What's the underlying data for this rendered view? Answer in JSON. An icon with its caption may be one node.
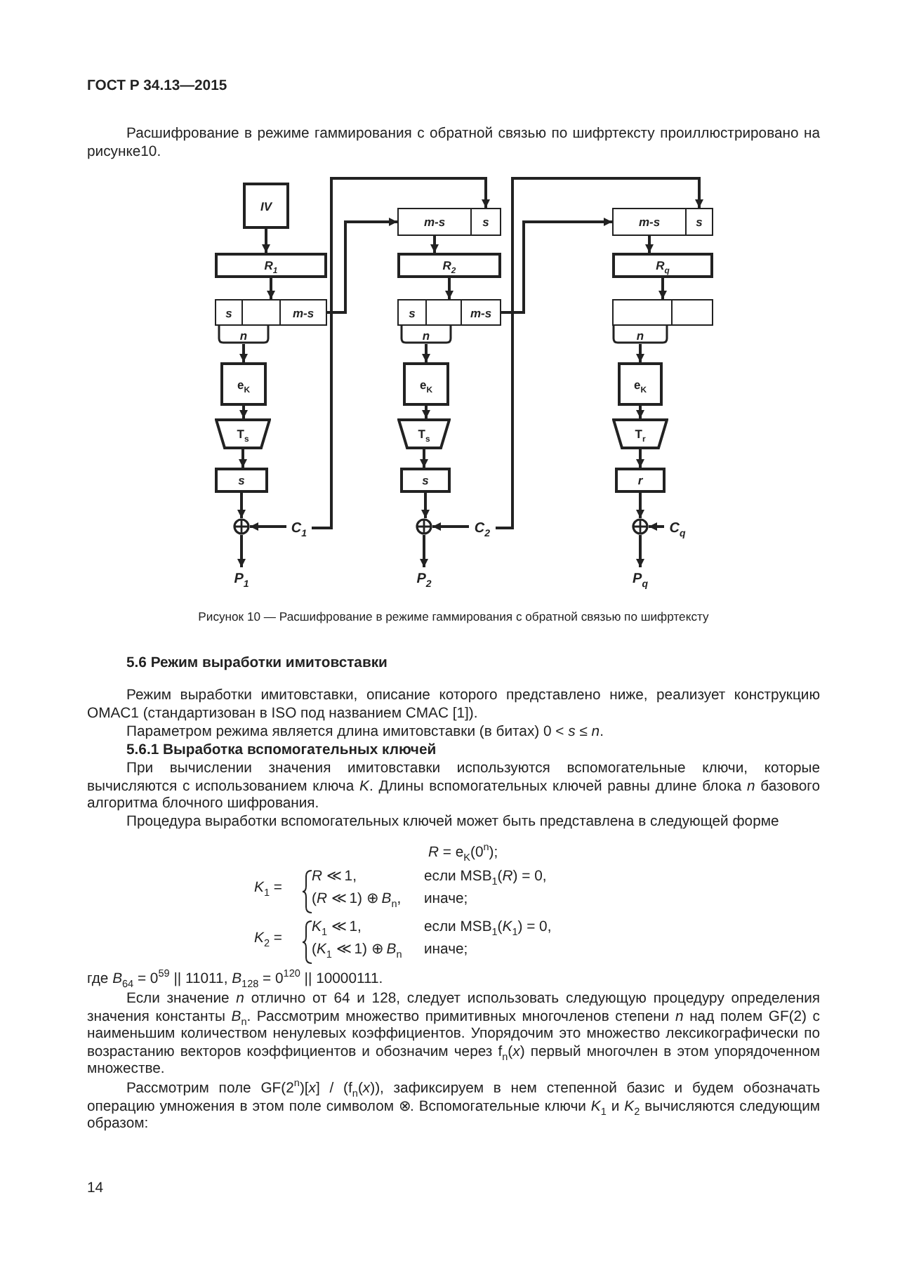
{
  "diagram": {
    "caption": "Рисунок 10 — Расшифрование в режиме гаммирования с обратной связью по шифртексту",
    "nodes": [
      {
        "text": [
          "IV"
        ]
      },
      {
        "text": [
          "R$_{1}$"
        ]
      },
      {
        "text": [
          "s"
        ]
      },
      {
        "text": [],
        "shape": "box"
      },
      {
        "text": [
          "m-s"
        ]
      },
      {
        "text": [
          "n"
        ]
      },
      {
        "text": [
          "e$_{K}$"
        ]
      },
      {
        "text": [
          "T$_{s}$"
        ]
      },
      {
        "text": [
          "s"
        ]
      },
      {
        "text": [],
        "shape": "circle"
      },
      {
        "text": [
          "C$_{1}$"
        ]
      },
      {
        "text": [
          "P$_{1}$"
        ]
      },
      {
        "text": [
          "m-s"
        ]
      },
      {
        "text": [
          "s"
        ]
      },
      {
        "text": [
          "R$_{2}$"
        ]
      },
      {
        "text": [
          "s"
        ]
      },
      {
        "text": [],
        "shape": "box"
      },
      {
        "text": [
          "m-s"
        ]
      },
      {
        "text": [
          "n"
        ]
      },
      {
        "text": [
          "e$_{K}$"
        ]
      },
      {
        "text": [
          "T$_{s}$"
        ]
      },
      {
        "text": [
          "s"
        ]
      },
      {
        "text": [],
        "shape": "circle"
      },
      {
        "text": [
          "C$_{2}$"
        ]
      },
      {
        "text": [
          "P$_{2}$"
        ]
      },
      {
        "text": [
          "m-s"
        ]
      },
      {
        "text": [
          "s"
        ]
      },
      {
        "text": [
          "R$_{q}$"
        ]
      },
      {
        "text": [],
        "shape": "box"
      },
      {
        "text": [],
        "shape": "box"
      },
      {
        "text": [
          "n"
        ]
      },
      {
        "text": [
          "e$_{K}$"
        ]
      },
      {
        "text": [
          "T$_{r}$"
        ]
      },
      {
        "text": [
          "r"
        ]
      },
      {
        "text": [],
        "shape": "circle"
      },
      {
        "text": [
          "C$_{q}$"
        ]
      },
      {
        "text": [
          "P$_{q}$"
        ]
      }
    ],
    "edges": [
      {
        "from": 0,
        "to": 1,
        "arrow": "to"
      },
      {
        "from": 1,
        "to": 3,
        "arrow": "to"
      },
      {
        "from": 5,
        "to": 6,
        "arrow": "to"
      },
      {
        "from": 6,
        "to": 7,
        "arrow": "to"
      },
      {
        "from": 7,
        "to": 8,
        "arrow": "to"
      },
      {
        "from": 8,
        "to": 9,
        "arrow": "to"
      },
      {
        "from": 10,
        "to": 9,
        "arrow": "to"
      },
      {
        "from": 9,
        "to": 11,
        "arrow": "to"
      },
      {
        "from": 4,
        "to": 12,
        "arrow": "to"
      },
      {
        "from": 10,
        "to": 13,
        "arrow": "to"
      },
      {
        "from": 12,
        "to": 14,
        "arrow": "to"
      },
      {
        "from": 14,
        "to": 16,
        "arrow": "to"
      },
      {
        "from": 18,
        "to": 19,
        "arrow": "to"
      },
      {
        "from": 19,
        "to": 20,
        "arrow": "to"
      },
      {
        "from": 20,
        "to": 21,
        "arrow": "to"
      },
      {
        "from": 21,
        "to": 22,
        "arrow": "to"
      },
      {
        "from": 23,
        "to": 22,
        "arrow": "to"
      },
      {
        "from": 22,
        "to": 24,
        "arrow": "to"
      },
      {
        "from": 17,
        "to": 25,
        "arrow": "to"
      },
      {
        "from": 23,
        "to": 26,
        "arrow": "to"
      },
      {
        "from": 25,
        "to": 27,
        "arrow": "to"
      },
      {
        "from": 27,
        "to": 28,
        "arrow": "to"
      },
      {
        "from": 30,
        "to": 31,
        "arrow": "to"
      },
      {
        "from": 31,
        "to": 32,
        "arrow": "to"
      },
      {
        "from": 32,
        "to": 33,
        "arrow": "to"
      },
      {
        "from": 33,
        "to": 34,
        "arrow": "to"
      },
      {
        "from": 35,
        "to": 34,
        "arrow": "to"
      },
      {
        "from": 34,
        "to": 36,
        "arrow": "to"
      }
    ],
    "labels": [
      "ГОСТ Р 34.13—2015",
      "Расшифрование в режиме гаммирования с обратной связью по шифртексту проиллюстрировано на рисунке10.",
      "5.6 Режим выработки имитовставки",
      "Режим выработки имитовставки, описание которого представлено ниже, реализует конструкцию OMAC1 (стандартизован в ISO под названием CMAC [1]).",
      "Параметром режима является длина имитовставки (в битах) 0 < *s* ≤ *n*.",
      "5.6.1 Выработка вспомогательных ключей",
      "При вычислении значения имитовставки используются вспомогательные ключи, которые вычисляются с использованием ключа *K*. Длины вспомогательных ключей равны длине блока *n* базового алгоритма блочного шифрования.",
      "Процедура выработки вспомогательных ключей может быть представлена в следующей форме",
      "*R* = e$_{K}$(0$^{n}$);",
      "*K*$_{1}$ =",
      "*R* ≪ 1,",
      "если MSB$_{1}$(*R*) = 0,",
      "(*R* ≪ 1) ⊕ *B*$_{n}$,",
      "иначе;",
      "*K*$_{2}$ =",
      "*K*$_{1}$ ≪ 1,",
      "если MSB$_{1}$(*K*$_{1}$) = 0,",
      "(*K*$_{1}$ ≪ 1) ⊕ *B*$_{n}$",
      "иначе;",
      "где *B*$_{64}$ = 0$^{59}$ || 11011, *B*$_{128}$ = 0$^{120}$ || 10000111.",
      "Если значение *n* отлично от 64 и 128, следует использовать следующую процедуру определения значения константы *B*$_{n}$. Рассмотрим множество примитивных многочленов степени *n* над полем GF(2) с наименьшим количеством ненулевых коэффициентов. Упорядочим это множество лексикографически по возрастанию векторов коэффициентов и обозначим через f$_{n}$(*x*) первый многочлен в этом упорядоченном множестве.",
      "Рассмотрим поле GF(2$^{n}$)[*x*] / (f$_{n}$(*x*)), зафиксируем в нем степенной базис и будем обозначать операцию умножения в этом поле символом ⊗. Вспомогательные ключи *K*$_{1}$ и *K*$_{2}$ вычисляются следующим образом:",
      "14"
    ]
  }
}
